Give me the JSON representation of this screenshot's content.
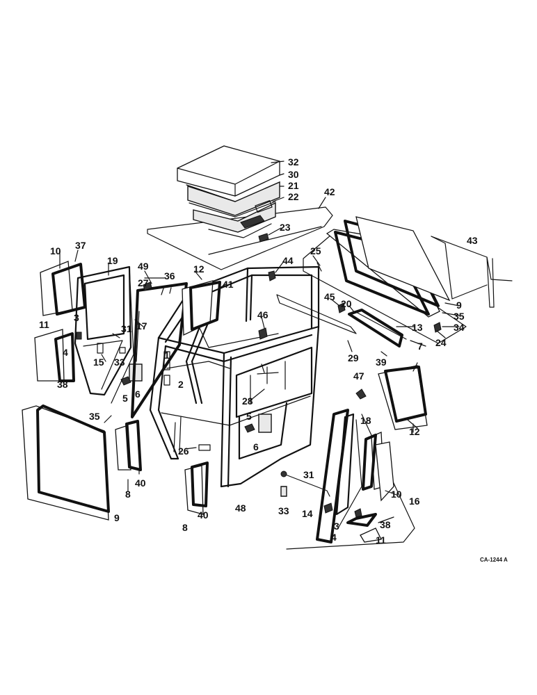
{
  "diagram_code": "CA-1244 A",
  "parts": [
    "1",
    "2",
    "3",
    "4",
    "5",
    "6",
    "7",
    "8",
    "9",
    "10",
    "11",
    "12",
    "13",
    "14",
    "15",
    "16",
    "17",
    "18",
    "19",
    "20",
    "21",
    "22",
    "23",
    "24",
    "25",
    "26",
    "27",
    "28",
    "29",
    "30",
    "31",
    "32",
    "33",
    "34",
    "35",
    "36",
    "37",
    "38",
    "39",
    "40",
    "41",
    "42",
    "43",
    "44",
    "45",
    "46",
    "47",
    "48",
    "49"
  ]
}
